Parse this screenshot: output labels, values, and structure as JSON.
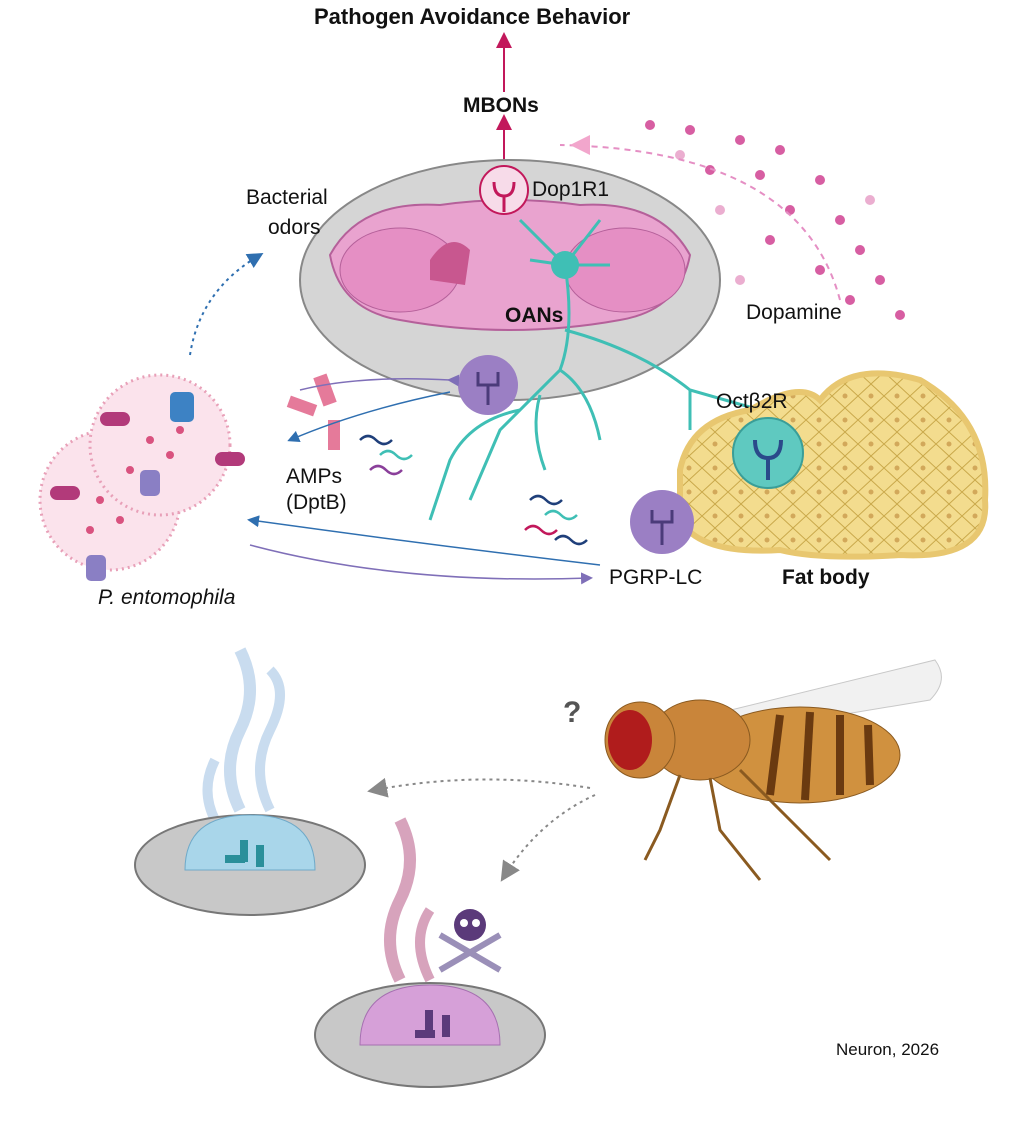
{
  "title": "Pathogen Avoidance Behavior",
  "labels": {
    "mbons": "MBONs",
    "dop1r1": "Dop1R1",
    "bacterial_odors_1": "Bacterial",
    "bacterial_odors_2": "odors",
    "oans": "OANs",
    "dopamine": "Dopamine",
    "octb2r": "Octβ2R",
    "amps_1": "AMPs",
    "amps_2": "(DptB)",
    "pgrp": "PGRP-LC",
    "fat_body": "Fat body",
    "bacteria": "P. entomophila",
    "question": "?",
    "citation": "Neuron, 2026"
  },
  "colors": {
    "magenta": "#c2185b",
    "brain_pink": "#e58fc4",
    "neuron_teal": "#3fbfb5",
    "receptor_purple": "#9b7fc4",
    "fat_yellow": "#f3dc8e",
    "fly_orange": "#c9853a"
  }
}
